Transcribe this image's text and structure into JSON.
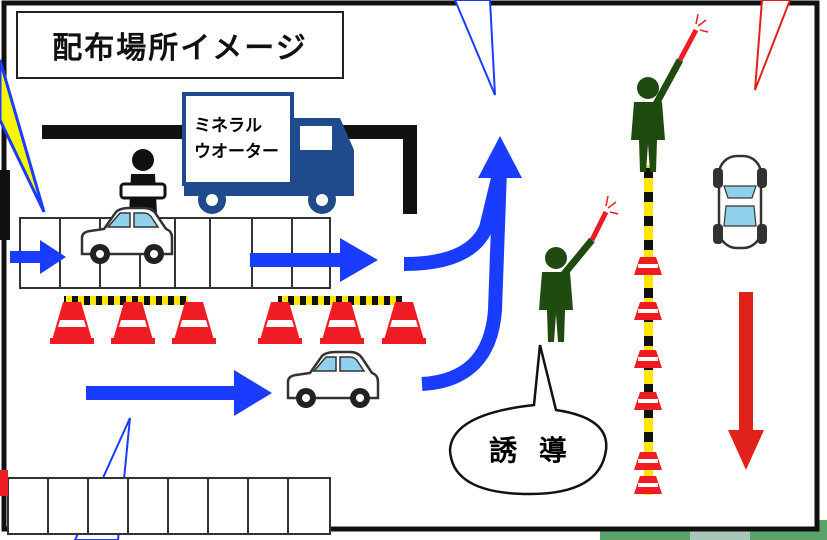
{
  "title": "配布場所イメージ",
  "truck": {
    "line1": "ミネラル",
    "line2": "ウオーター"
  },
  "guide_bubble": "誘 導",
  "colors": {
    "flow_arrow": "#1a3cff",
    "exit_arrow": "#e0221b",
    "cone_red": "#ef1c24",
    "barrier_yellow": "#ffe600",
    "person": "#1f4a10",
    "truck_blue": "#1f4a8c",
    "callout_yellow": "#f7f700"
  }
}
